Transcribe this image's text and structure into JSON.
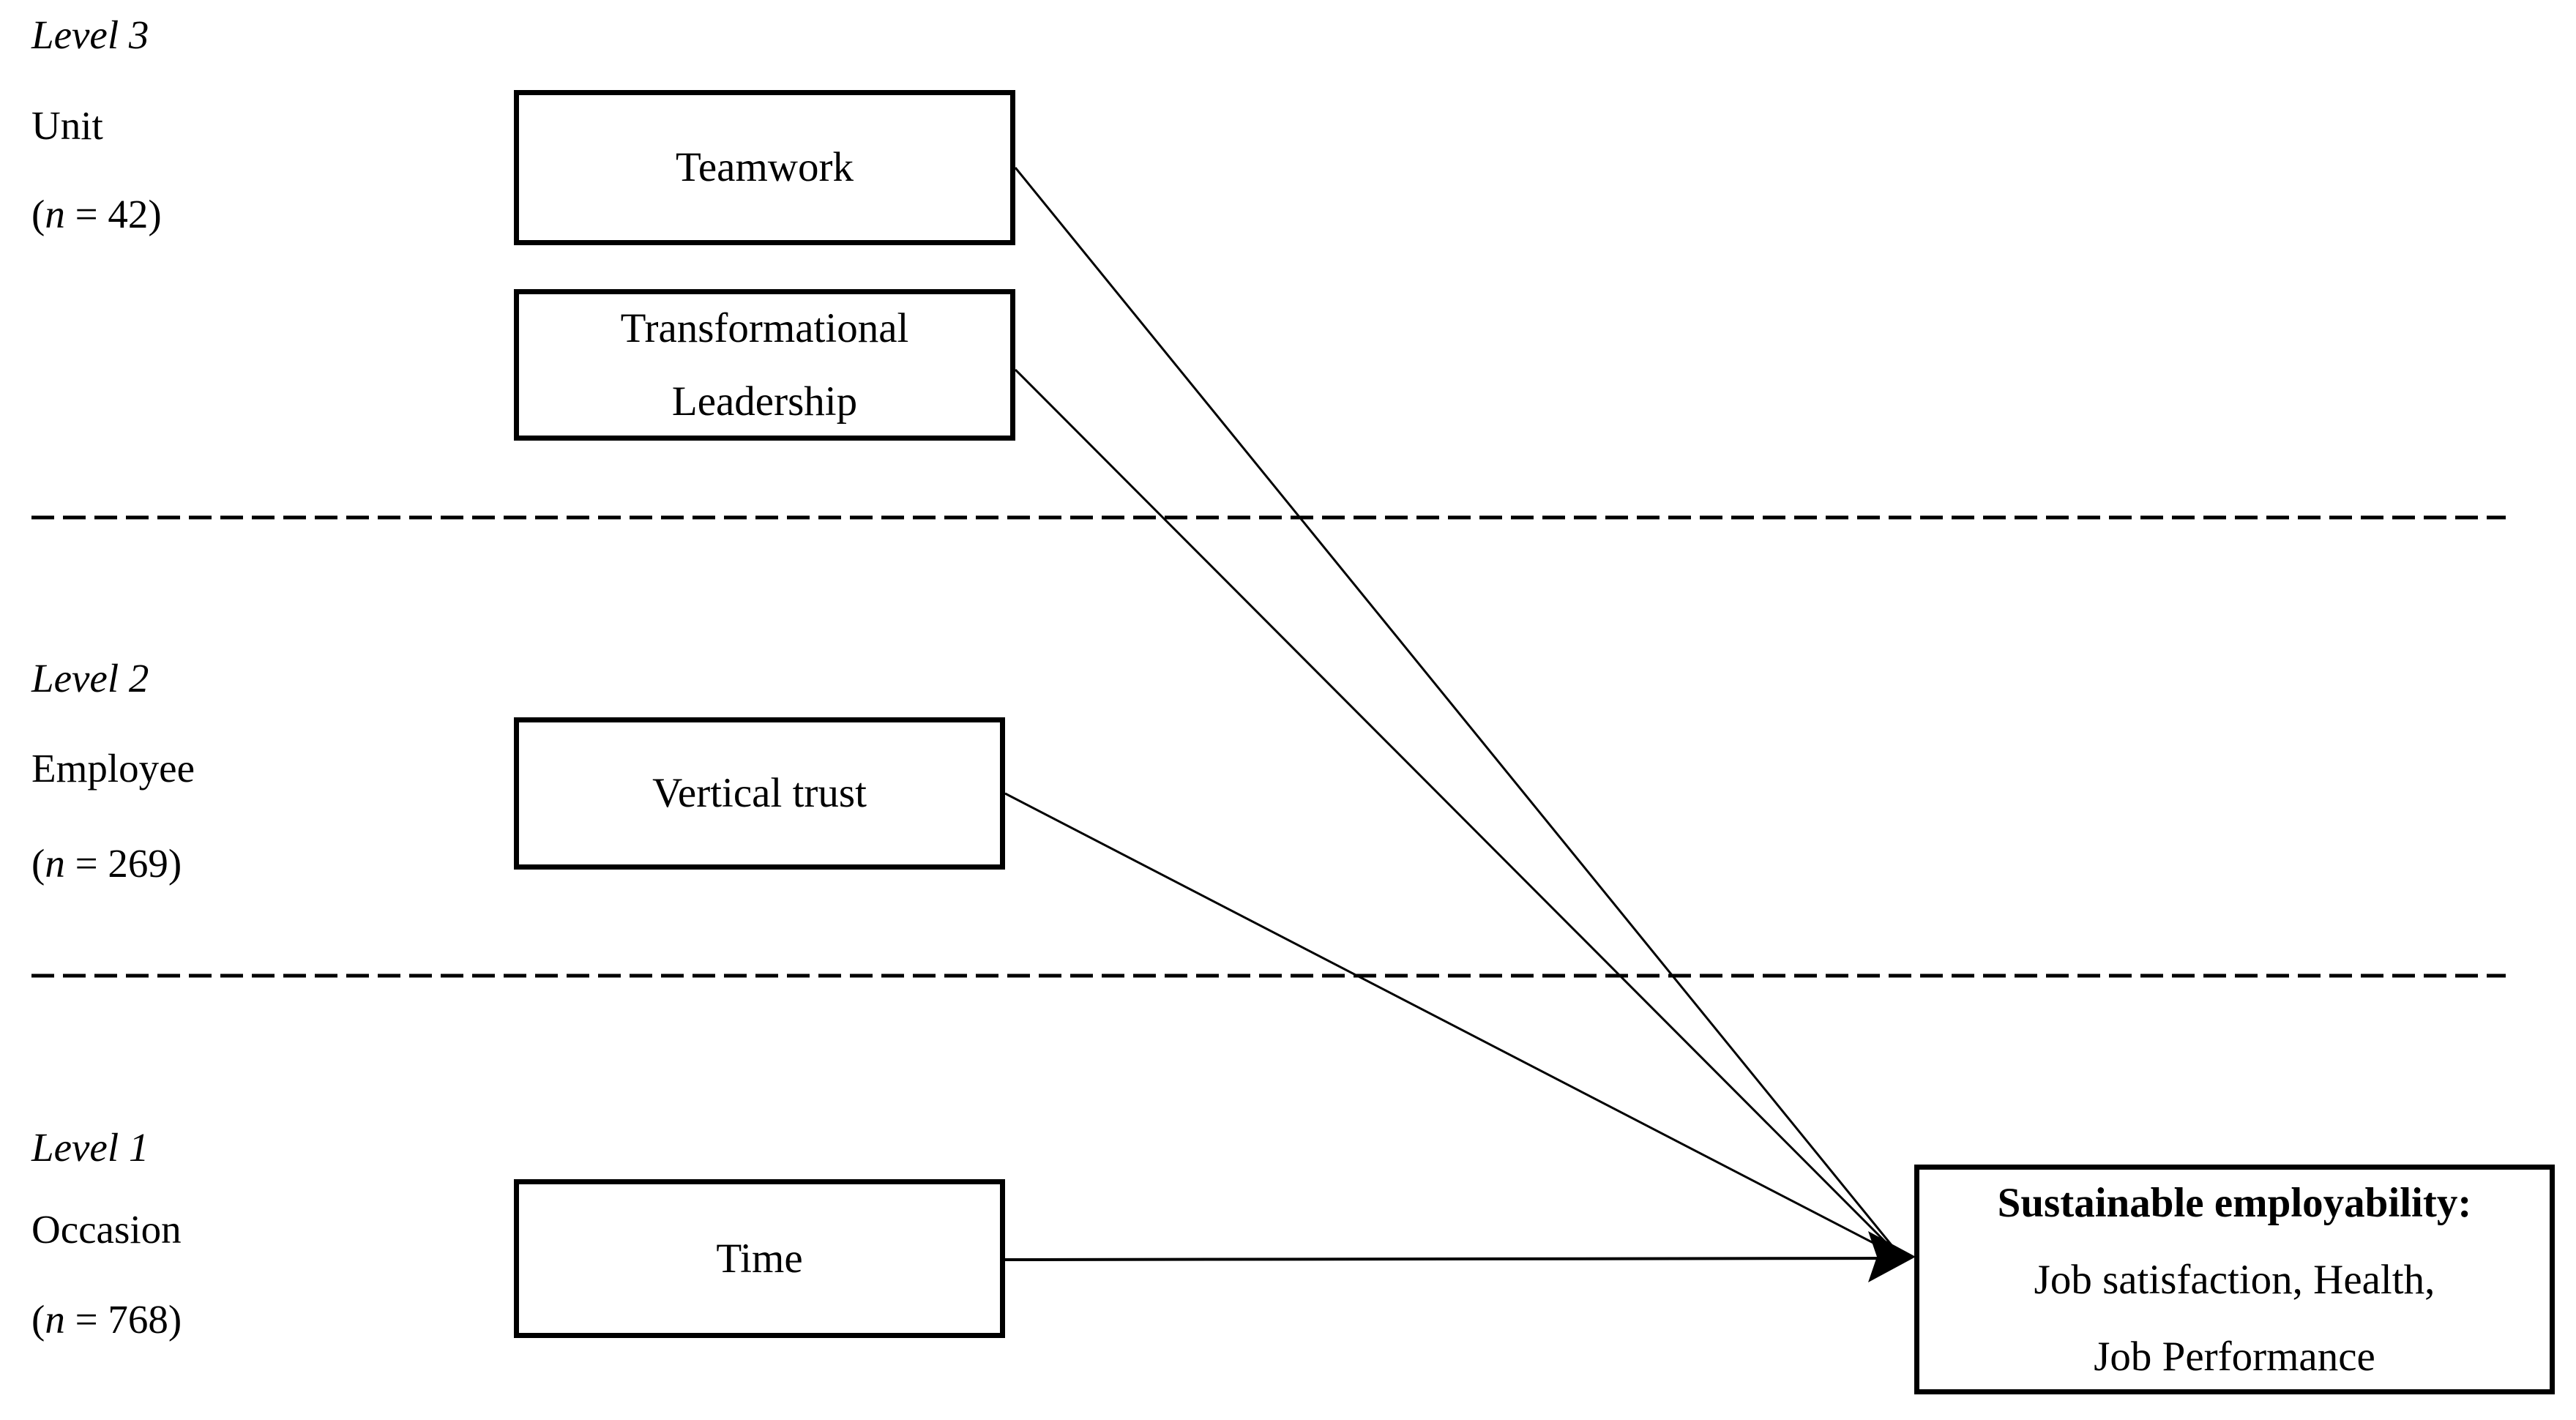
{
  "figure": {
    "background_color": "#ffffff",
    "ink_color": "#000000",
    "separator_style": "dashed"
  },
  "levels": [
    {
      "level_label": "Level 3",
      "unit_label": "Unit",
      "sample": {
        "open": "(",
        "var": "n",
        "rest": " = 42)"
      }
    },
    {
      "level_label": "Level 2",
      "unit_label": "Employee",
      "sample": {
        "open": "(",
        "var": "n",
        "rest": " = 269)"
      }
    },
    {
      "level_label": "Level 1",
      "unit_label": "Occasion",
      "sample": {
        "open": "(",
        "var": "n",
        "rest": " = 768)"
      }
    }
  ],
  "predictors": [
    {
      "lines": [
        "Teamwork"
      ]
    },
    {
      "lines": [
        "Transformational",
        "Leadership"
      ]
    },
    {
      "lines": [
        "Vertical trust"
      ]
    },
    {
      "lines": [
        "Time"
      ]
    }
  ],
  "outcome": {
    "title": "Sustainable employability:",
    "subtitle_line1": "Job satisfaction, Health,",
    "subtitle_line2": "Job Performance"
  }
}
